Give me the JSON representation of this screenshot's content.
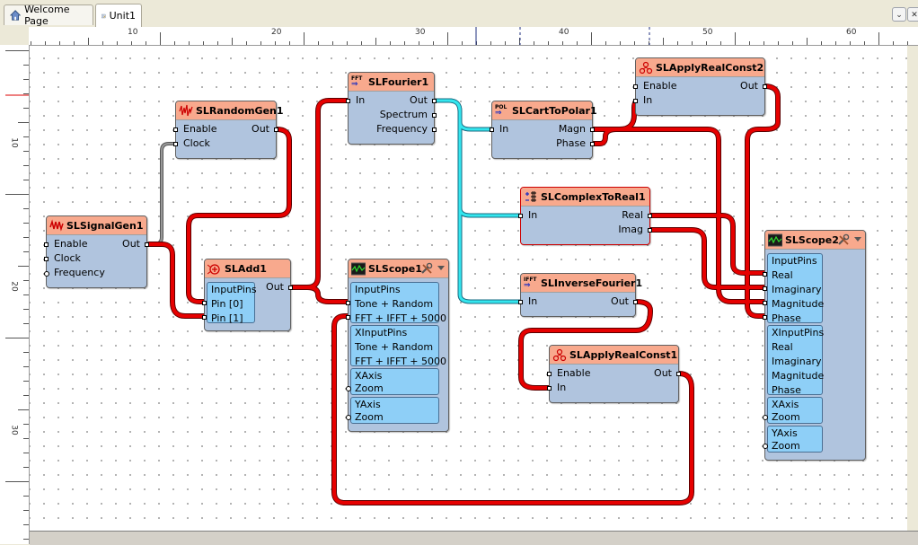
{
  "tabs": [
    {
      "label": "Welcome Page",
      "icon": "house-icon",
      "active": false
    },
    {
      "label": "Unit1",
      "icon": "unit-form-icon",
      "active": true
    }
  ],
  "ruler_h_labels": [
    "10",
    "20",
    "30",
    "40",
    "50",
    "60"
  ],
  "ruler_v_labels": [
    "10",
    "20",
    "30"
  ],
  "components": {
    "signalgen": {
      "title": "SLSignalGen1",
      "icon": "signal-generator-icon",
      "pins": [
        "Enable",
        "Clock",
        "Frequency"
      ],
      "out": "Out"
    },
    "randomgen": {
      "title": "SLRandomGen1",
      "icon": "random-generator-icon",
      "pins": [
        "Enable",
        "Clock"
      ],
      "out": "Out"
    },
    "add": {
      "title": "SLAdd1",
      "icon": "adder-icon",
      "group_label": "InputPins",
      "pins": [
        "Pin [0]",
        "Pin [1]"
      ],
      "out": "Out"
    },
    "fourier": {
      "title": "SLFourier1",
      "icon": "fft-icon",
      "icon_text": "FFT",
      "pins": [
        "In"
      ],
      "outs": [
        "Out",
        "Spectrum",
        "Frequency"
      ]
    },
    "carttopolar": {
      "title": "SLCartToPolar1",
      "icon": "cart-to-polar-icon",
      "icon_text": "POL",
      "pins": [
        "In"
      ],
      "outs": [
        "Magn",
        "Phase"
      ]
    },
    "applyrealconst2": {
      "title": "SLApplyRealConst2",
      "icon": "apply-const-icon",
      "pins": [
        "Enable",
        "In"
      ],
      "out": "Out"
    },
    "complextoreal": {
      "title": "SLComplexToReal1",
      "icon": "complex-to-real-icon",
      "pins": [
        "In"
      ],
      "outs": [
        "Real",
        "Imag"
      ]
    },
    "inversefourier": {
      "title": "SLInverseFourier1",
      "icon": "ifft-icon",
      "icon_text": "IFFT",
      "pins": [
        "In"
      ],
      "out": "Out"
    },
    "applyrealconst1": {
      "title": "SLApplyRealConst1",
      "icon": "apply-const-icon",
      "pins": [
        "Enable",
        "In"
      ],
      "out": "Out"
    },
    "scope1": {
      "title": "SLScope1",
      "icon": "scope-icon",
      "groups": [
        {
          "label": "InputPins",
          "pins": [
            "Tone + Random",
            "FFT + IFFT + 5000"
          ]
        },
        {
          "label": "XInputPins",
          "pins": [
            "Tone + Random",
            "FFT + IFFT + 5000"
          ]
        },
        {
          "label": "XAxis",
          "pins": [
            "Zoom"
          ]
        },
        {
          "label": "YAxis",
          "pins": [
            "Zoom"
          ]
        }
      ]
    },
    "scope2": {
      "title": "SLScope2",
      "icon": "scope-icon",
      "groups": [
        {
          "label": "InputPins",
          "pins": [
            "Real",
            "Imaginary",
            "Magnitude",
            "Phase"
          ]
        },
        {
          "label": "XInputPins",
          "pins": [
            "Real",
            "Imaginary",
            "Magnitude",
            "Phase"
          ]
        },
        {
          "label": "XAxis",
          "pins": [
            "Zoom"
          ]
        },
        {
          "label": "YAxis",
          "pins": [
            "Zoom"
          ]
        }
      ]
    }
  },
  "colors": {
    "wire_main": "#dd0000",
    "wire_complex": "#00d4e0",
    "wire_clock": "#777777",
    "title_bg": "#f8a98d",
    "body_bg": "#b0c4de",
    "group_bg": "#8ecff7"
  }
}
